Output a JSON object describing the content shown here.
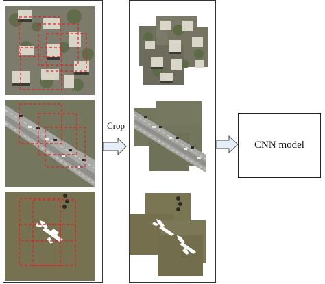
{
  "labels": {
    "crop": "Crop",
    "model": "CNN model"
  },
  "colors": {
    "dashed_boxes": "#e02020",
    "arrow_fill": "#e6eef7",
    "arrow_stroke": "#4a4a4a",
    "frame_stroke": "#333333"
  },
  "panels": {
    "left": [
      "urban-aerial-image",
      "highway-aerial-image",
      "airport-aerial-image"
    ],
    "middle": [
      "urban-crops",
      "highway-crops",
      "airport-crops"
    ]
  }
}
